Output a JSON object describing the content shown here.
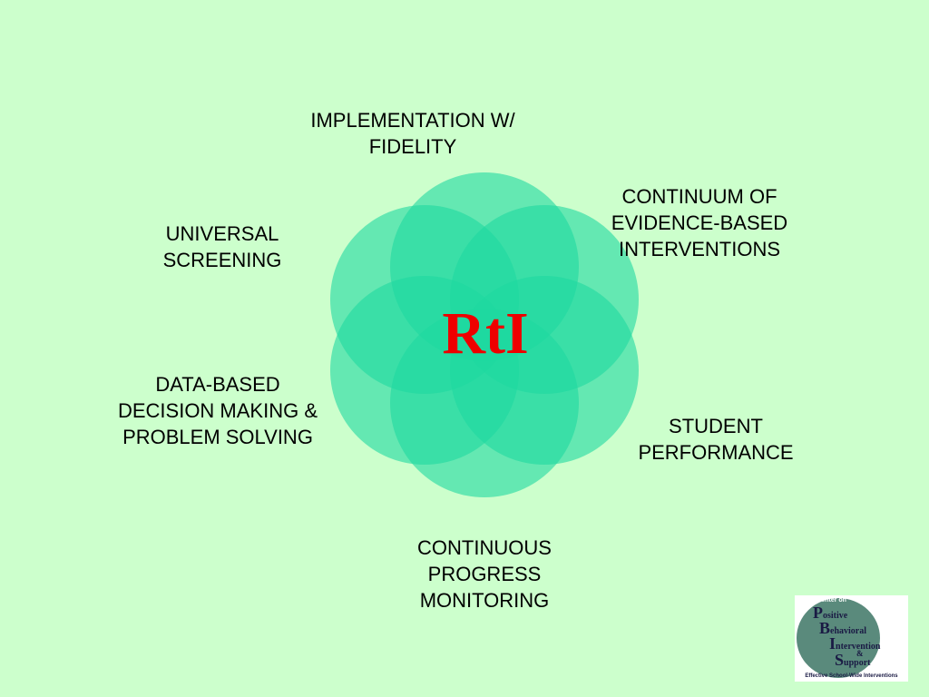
{
  "diagram": {
    "center_label": "RtI",
    "petal_color": "#1ed9a0",
    "center_label_color": "#ee0000",
    "background_color": "#ccffcc",
    "labels": {
      "implementation": "IMPLEMENTATION W/\nFIDELITY",
      "continuum": "CONTINUUM OF\nEVIDENCE-BASED\nINTERVENTIONS",
      "universal": "UNIVERSAL\nSCREENING",
      "data_based": "DATA-BASED\nDECISION MAKING &\nPROBLEM SOLVING",
      "student": "STUDENT\nPERFORMANCE",
      "continuous": "CONTINUOUS\nPROGRESS\nMONITORING"
    }
  },
  "logo": {
    "header": "OSEP Center on",
    "p_cap": "P",
    "p_rest": "ositive",
    "b_cap": "B",
    "b_rest": "ehavioral",
    "i_cap": "I",
    "i_rest": "ntervention",
    "amp": "&",
    "s_cap": "S",
    "s_rest": "upport",
    "footer": "Effective School-Wide Interventions"
  }
}
